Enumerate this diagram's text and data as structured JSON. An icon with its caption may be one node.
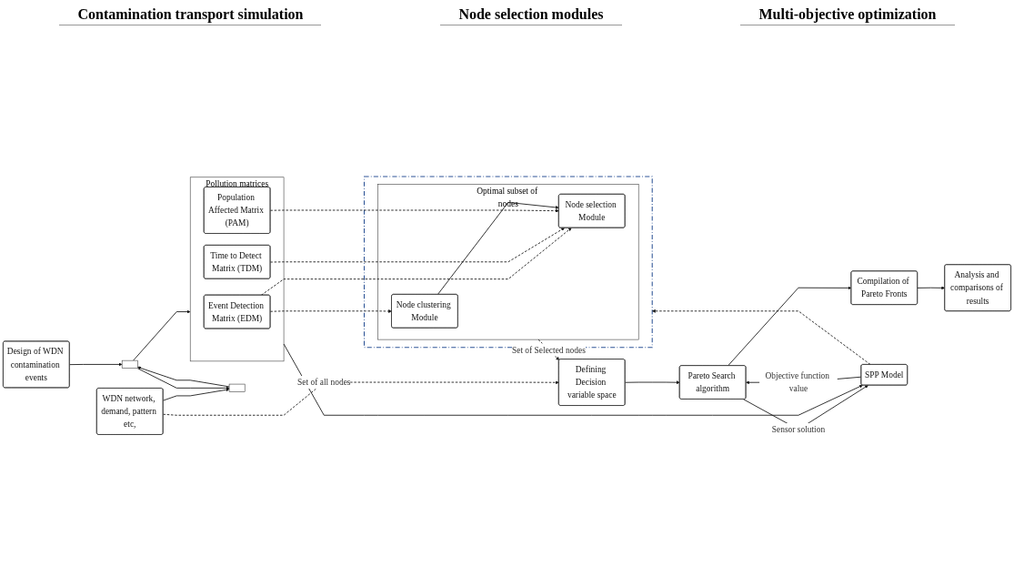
{
  "diagram": {
    "nodes": [
      {
        "text": [
          "Design of WDN contamination events"
        ]
      },
      {
        "text": [
          "WDN network, demand, pattern etc,"
        ]
      },
      {
        "text": [],
        "shape": "box"
      },
      {
        "text": [],
        "shape": "box"
      },
      {
        "text": [
          "Pollution matrices"
        ]
      },
      {
        "text": [
          "Event Detection Matrix (EDM)"
        ],
        "in": 4
      },
      {
        "text": [
          "Time to Detect Matrix (TDM)"
        ],
        "in": 4
      },
      {
        "text": [
          "Population Affected Matrix (PAM)"
        ],
        "in": 4
      },
      {
        "text": [],
        "shape": "box"
      },
      {
        "text": [
          "Optimal subset of nodes"
        ],
        "in": 8
      },
      {
        "text": [
          "Node clustering Module"
        ],
        "in": 9
      },
      {
        "text": [
          "Node selection Module"
        ],
        "in": 9
      },
      {
        "text": [
          "Defining Decision variable space"
        ]
      },
      {
        "text": [
          "Pareto Search algorithm"
        ]
      },
      {
        "text": [
          "Compilation of Pareto Fronts"
        ]
      },
      {
        "text": [
          "Analysis and comparisons of results"
        ]
      },
      {
        "text": [
          "SPP Model"
        ]
      }
    ],
    "edges": [
      {
        "from": 0,
        "to": 2,
        "arrow": "to"
      },
      {
        "from": 1,
        "to": 3,
        "arrow": "to"
      },
      {
        "from": 2,
        "to": 3,
        "arrow": "to"
      },
      {
        "from": 3,
        "to": 2,
        "arrow": "to"
      },
      {
        "from": 2,
        "to": 4,
        "arrow": "to"
      },
      {
        "from": 1,
        "to": 12,
        "arrow": "to",
        "label": "Set of all nodes",
        "style": "dashed"
      },
      {
        "from": 5,
        "to": 10,
        "arrow": "to",
        "style": "dashed"
      },
      {
        "from": 5,
        "to": 11,
        "arrow": "to",
        "style": "dashed"
      },
      {
        "from": 6,
        "to": 11,
        "arrow": "to",
        "style": "dashed"
      },
      {
        "from": 7,
        "to": 11,
        "arrow": "to",
        "style": "dashed"
      },
      {
        "from": 10,
        "to": 11,
        "arrow": "to"
      },
      {
        "from": 9,
        "to": 12,
        "arrow": "to",
        "label": "Set of Selected nodes",
        "style": "dashed"
      },
      {
        "from": 12,
        "to": 13,
        "arrow": "to"
      },
      {
        "from": 13,
        "to": 16,
        "arrow": "to",
        "label": "Sensor solution"
      },
      {
        "from": 16,
        "to": 13,
        "arrow": "to",
        "label": "Objective function value"
      },
      {
        "from": 13,
        "to": 14,
        "arrow": "to"
      },
      {
        "from": 14,
        "to": 15,
        "arrow": "to"
      },
      {
        "from": 16,
        "to": 8,
        "arrow": "to",
        "style": "dashed"
      },
      {
        "from": 4,
        "to": 16,
        "arrow": "to"
      }
    ],
    "labels": [
      "Contamination transport simulation",
      "Node selection modules",
      "Multi-objective optimization"
    ]
  }
}
